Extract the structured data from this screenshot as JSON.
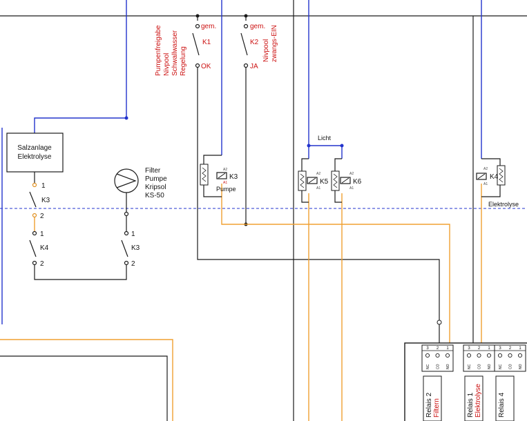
{
  "colors": {
    "wire_black": "#1a1a1a",
    "wire_blue": "#2233cc",
    "wire_orange": "#f0a030",
    "label_red": "#cc1111",
    "boundary_dashed": "#2233cc"
  },
  "salzanlage": {
    "line1": "Salzanlage",
    "line2": "Elektrolyse"
  },
  "pump": {
    "line1": "Filter",
    "line2": "Pumpe",
    "line3": "Kripsol",
    "line4": "KS-50"
  },
  "contacts": {
    "k3_left": {
      "name": "K3",
      "pin_top": "1",
      "pin_bottom": "2"
    },
    "k4_left": {
      "name": "K4",
      "pin_top": "1",
      "pin_bottom": "2"
    },
    "k3_pump": {
      "name": "K3",
      "pin_top": "1",
      "pin_bottom": "2"
    },
    "k1": {
      "name": "K1",
      "top": "gem.",
      "bottom": "OK",
      "desc": [
        "Pumpenfreigabe",
        "Nivpool",
        "Schwallwasser",
        "Regelung"
      ]
    },
    "k2": {
      "name": "K2",
      "top": "gem.",
      "bottom": "JA",
      "desc": [
        "Nivpool",
        "zwangs-EIN"
      ]
    }
  },
  "coils": {
    "k3": {
      "name": "K3",
      "a2": "A2",
      "a1": "A1",
      "caption": "Pumpe"
    },
    "k5": {
      "name": "K5",
      "a2": "A2",
      "a1": "A1"
    },
    "k6": {
      "name": "K6",
      "a2": "A2",
      "a1": "A1"
    },
    "k4": {
      "name": "K4",
      "a2": "A2",
      "a1": "A1",
      "caption": "Elektrolyse"
    }
  },
  "licht_label": "Licht",
  "relay_board": {
    "groups": [
      {
        "pin_numbers": [
          "3",
          "2",
          "1"
        ],
        "terminals": [
          "NC",
          "CO",
          "NO"
        ],
        "title": "Relais 2",
        "subtitle": "Filtern"
      },
      {
        "pin_numbers": [
          "3",
          "2",
          "1"
        ],
        "terminals": [
          "NC",
          "CO",
          "NO"
        ],
        "title": "Relais 1",
        "subtitle": "Elektrolyse"
      },
      {
        "pin_numbers": [
          "3",
          "2",
          "1"
        ],
        "terminals": [
          "NC",
          "CO",
          "NO"
        ],
        "title": "Relais 4",
        "subtitle": ""
      }
    ]
  }
}
